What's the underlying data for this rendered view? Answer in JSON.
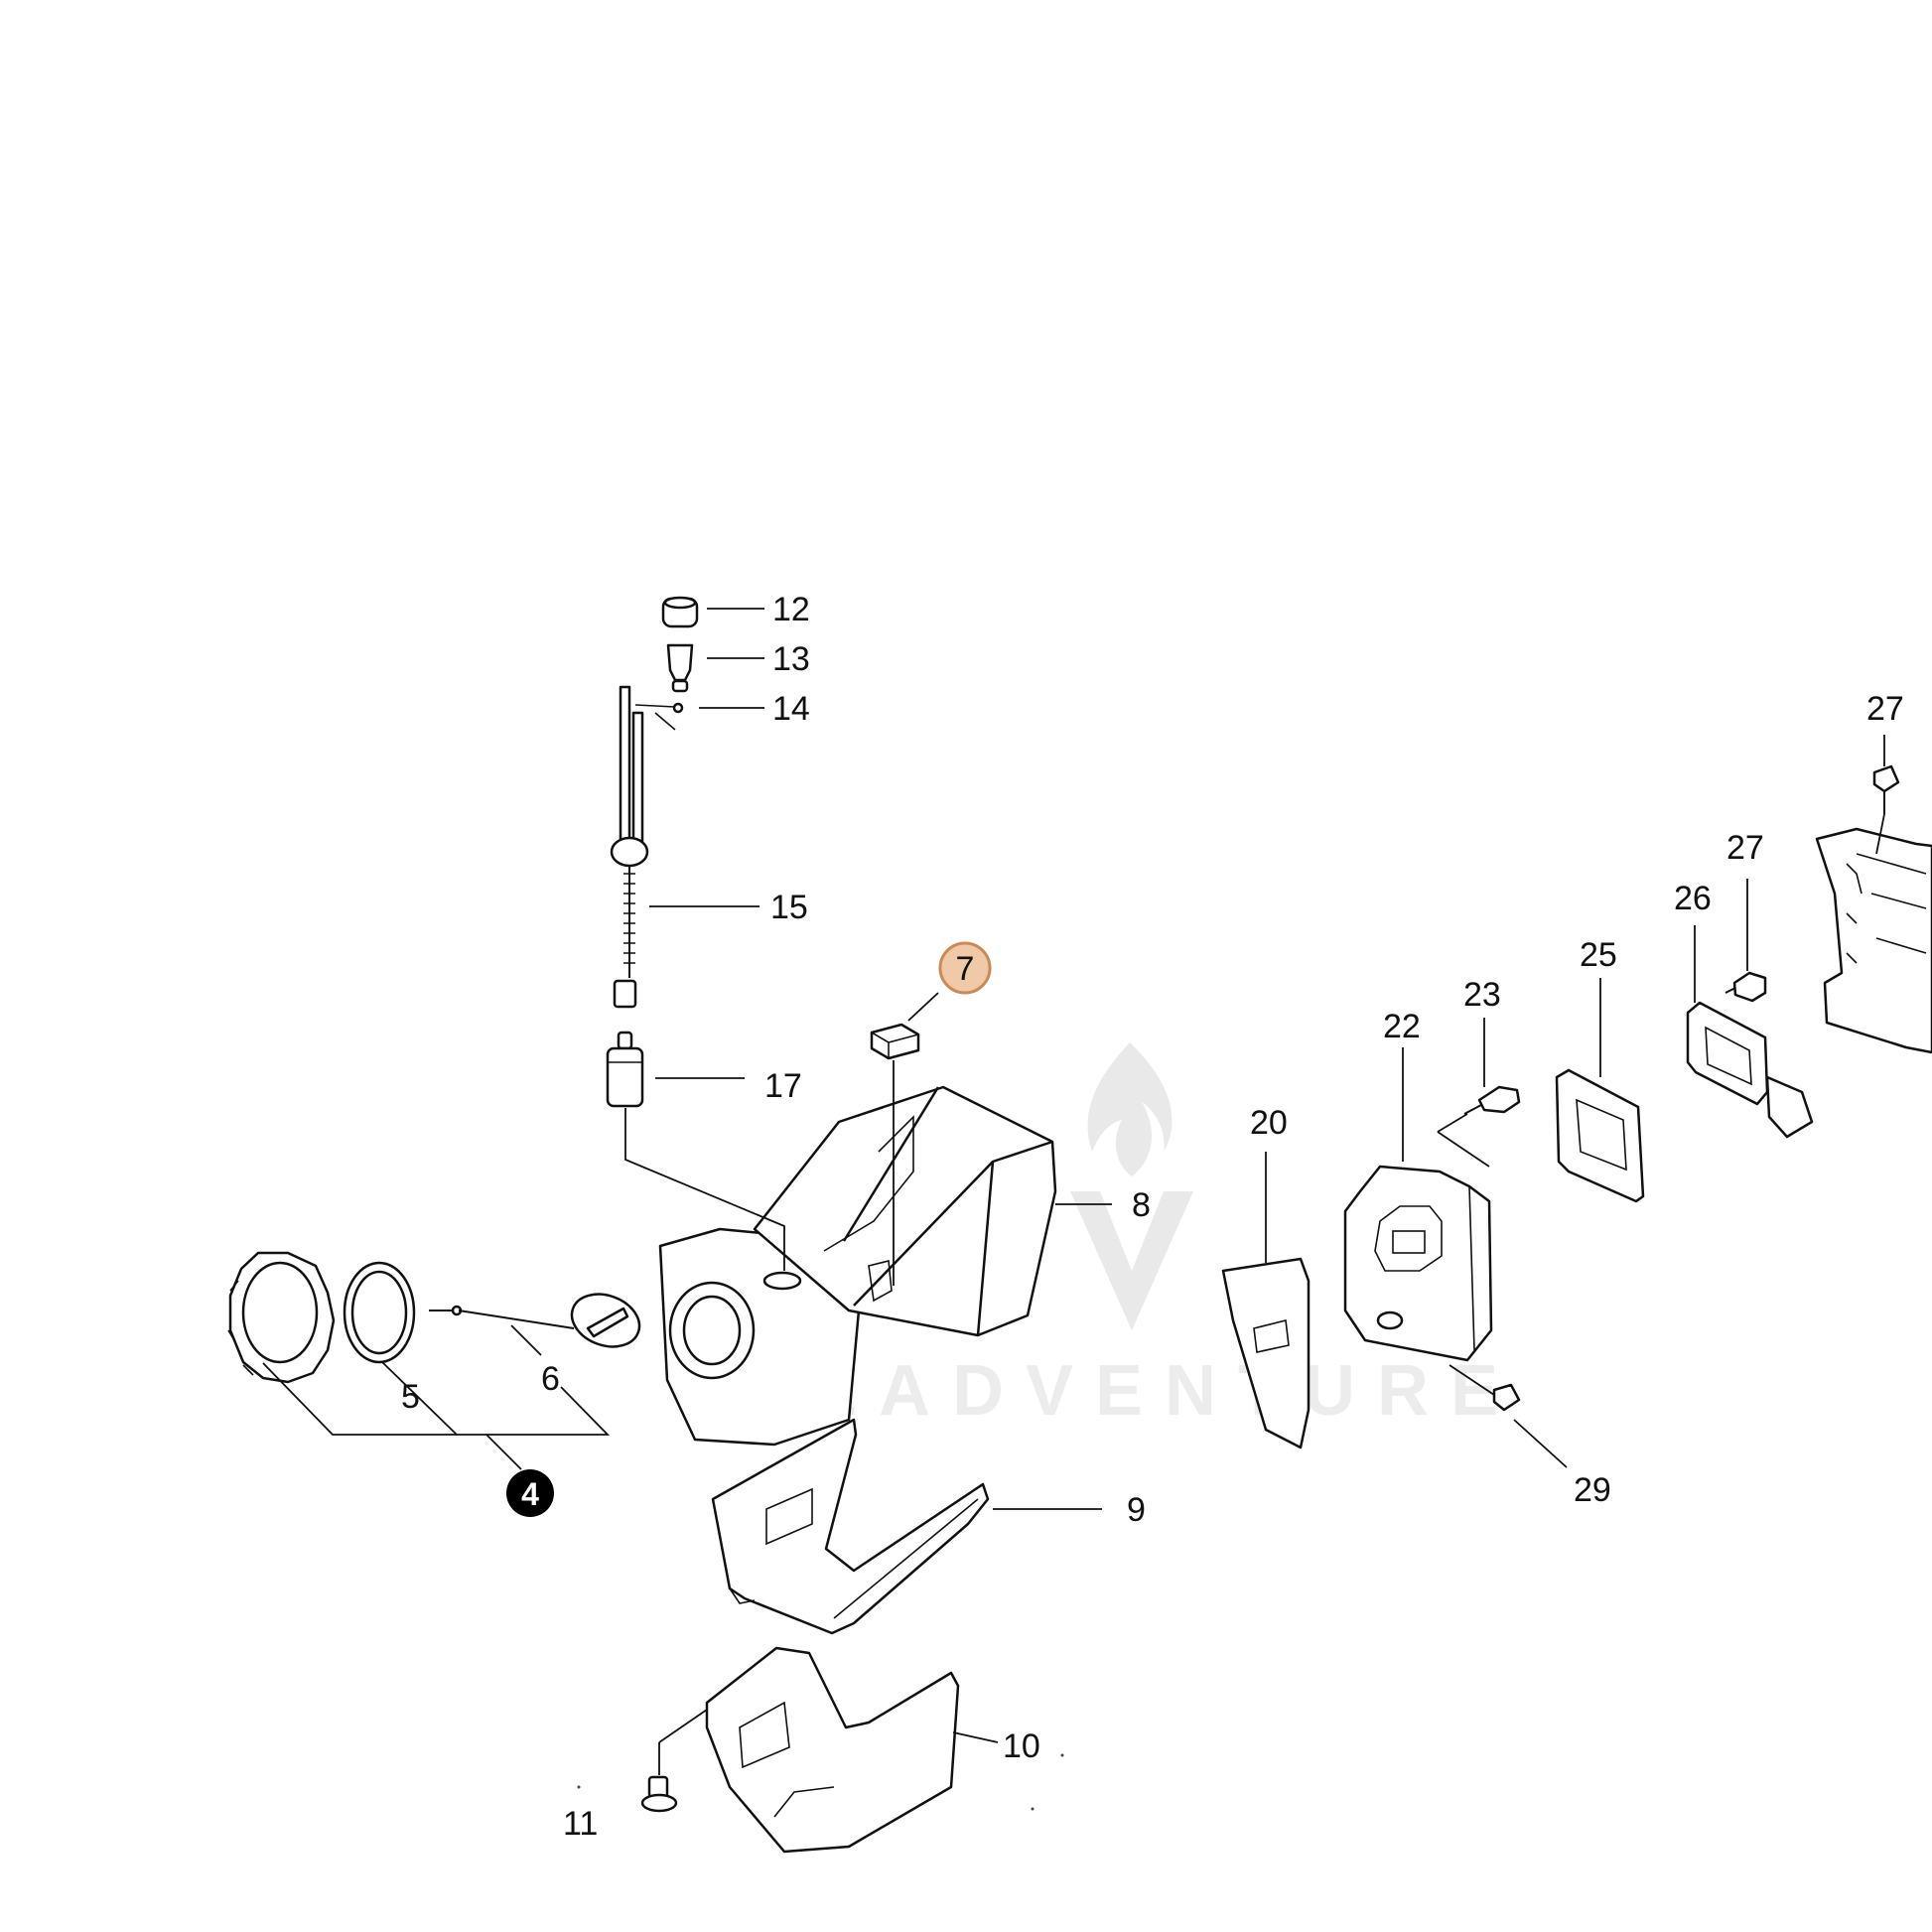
{
  "watermark": {
    "text": "LEADVENTURE",
    "color": "#e6e6e6"
  },
  "colors": {
    "highlight_fill": "#efc9a8",
    "highlight_stroke": "#c98a55",
    "callout_black": "#000000"
  },
  "callouts": {
    "c4": "4",
    "c5": "5",
    "c6": "6",
    "c7": "7",
    "c8": "8",
    "c9": "9",
    "c10": "10",
    "c11": "11",
    "c12": "12",
    "c13": "13",
    "c14": "14",
    "c15": "15",
    "c17": "17",
    "c20": "20",
    "c22": "22",
    "c23": "23",
    "c25": "25",
    "c26": "26",
    "c27a": "27",
    "c27b": "27",
    "c29": "29"
  }
}
